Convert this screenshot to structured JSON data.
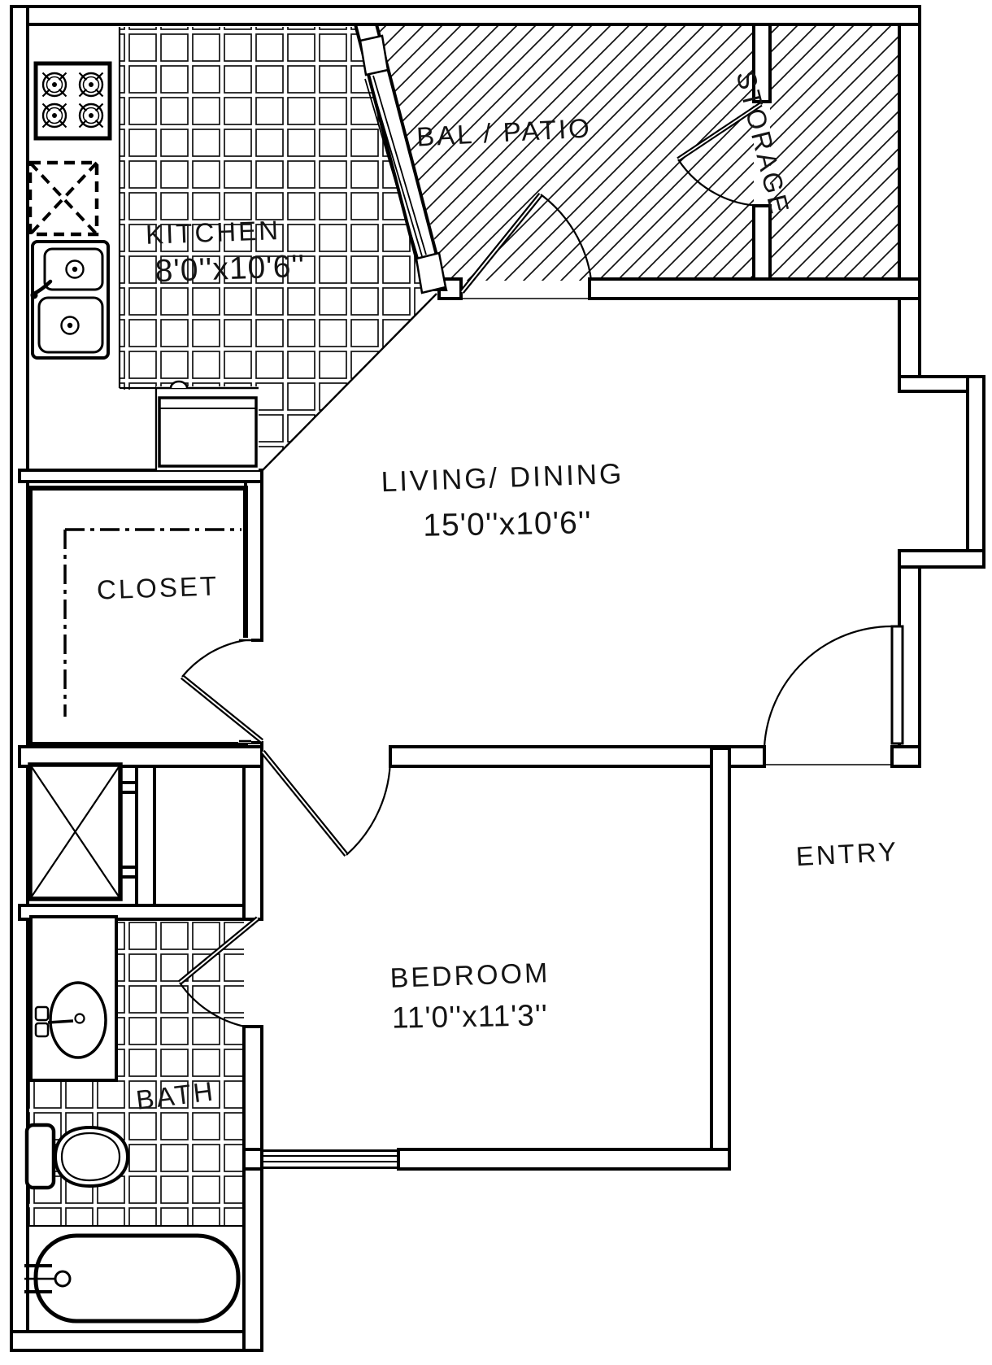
{
  "plan": {
    "type": "apartment-floor-plan",
    "colors": {
      "line": "#000000",
      "background": "#ffffff"
    },
    "rooms": {
      "kitchen": {
        "name": "KITCHEN",
        "dims": "8'0''x10'6''"
      },
      "balcony": {
        "name": "BAL / PATIO"
      },
      "storage": {
        "name": "STORAGE"
      },
      "living": {
        "name": "LIVING/ DINING",
        "dims": "15'0''x10'6''"
      },
      "closet": {
        "name": "CLOSET"
      },
      "entry": {
        "name": "ENTRY"
      },
      "bedroom": {
        "name": "BEDROOM",
        "dims": "11'0''x11'3''"
      },
      "bath": {
        "name": "BATH"
      }
    },
    "fixtures": [
      "stove-icon",
      "refrigerator-icon",
      "kitchen-sink-icon",
      "dishwasher-icon",
      "washer-dryer-icon",
      "vanity-sink-icon",
      "toilet-icon",
      "bathtub-icon",
      "door-swing-icon",
      "window-icon"
    ]
  }
}
